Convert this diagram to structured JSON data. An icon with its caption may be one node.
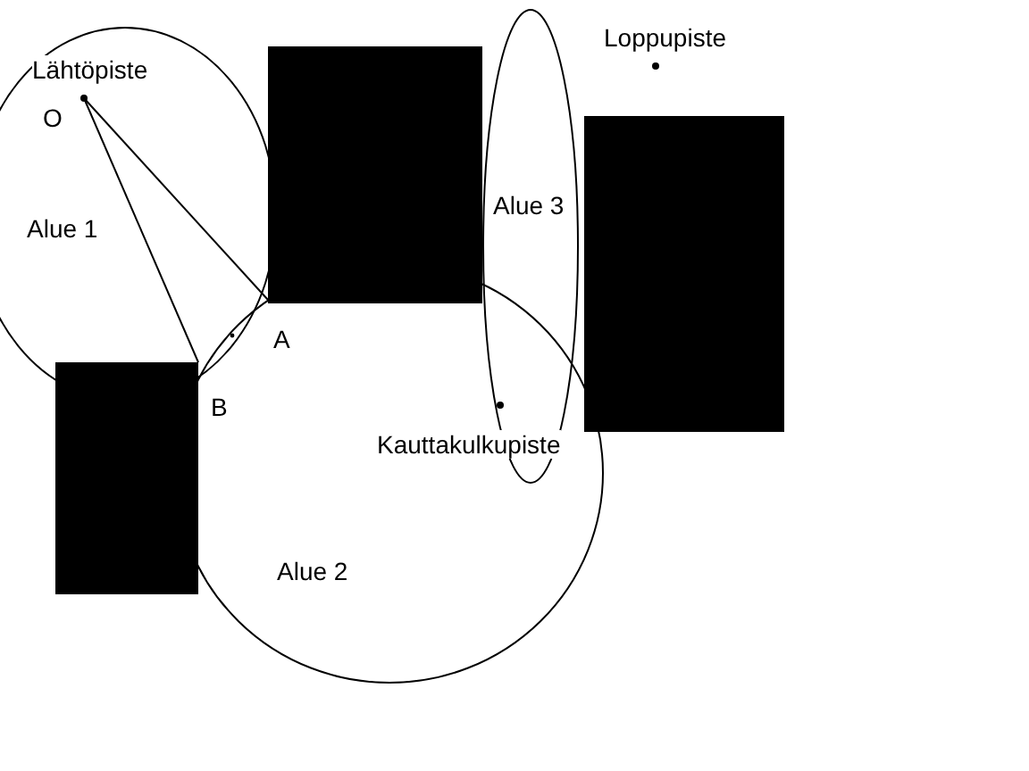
{
  "diagram": {
    "nodes": [
      {
        "text": [
          "Alue 1"
        ]
      },
      {
        "text": [
          "O"
        ],
        "in": 0
      },
      {
        "text": [
          "A"
        ],
        "in": 4
      },
      {
        "text": [
          "B"
        ],
        "in": 4
      },
      {
        "text": [
          "Alue 2"
        ]
      },
      {
        "text": [
          "Alue 3"
        ]
      },
      {
        "text": [],
        "shape": "box"
      },
      {
        "text": [],
        "shape": "box"
      },
      {
        "text": [],
        "shape": "box"
      }
    ],
    "edges": [
      {
        "from": 1,
        "to": 2,
        "arrow": "none"
      },
      {
        "from": 1,
        "to": 3,
        "arrow": "none"
      }
    ],
    "labels": [
      "Lähtöpiste",
      "Loppupiste",
      "Kauttakulkupiste"
    ]
  }
}
